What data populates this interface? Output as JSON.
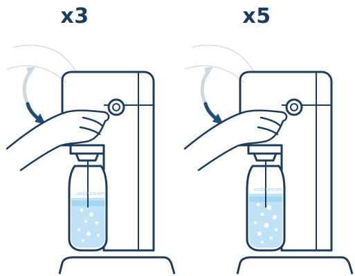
{
  "panels": [
    {
      "count_label": "x3"
    },
    {
      "count_label": "x5"
    }
  ],
  "bottle_brand": "sodastream",
  "colors": {
    "outline": "#1d3b5a",
    "arrow": "#1d4f7a",
    "arrow_light": "#cfd8df",
    "water": "#bfe2f6",
    "water_dark": "#8ecbed"
  }
}
